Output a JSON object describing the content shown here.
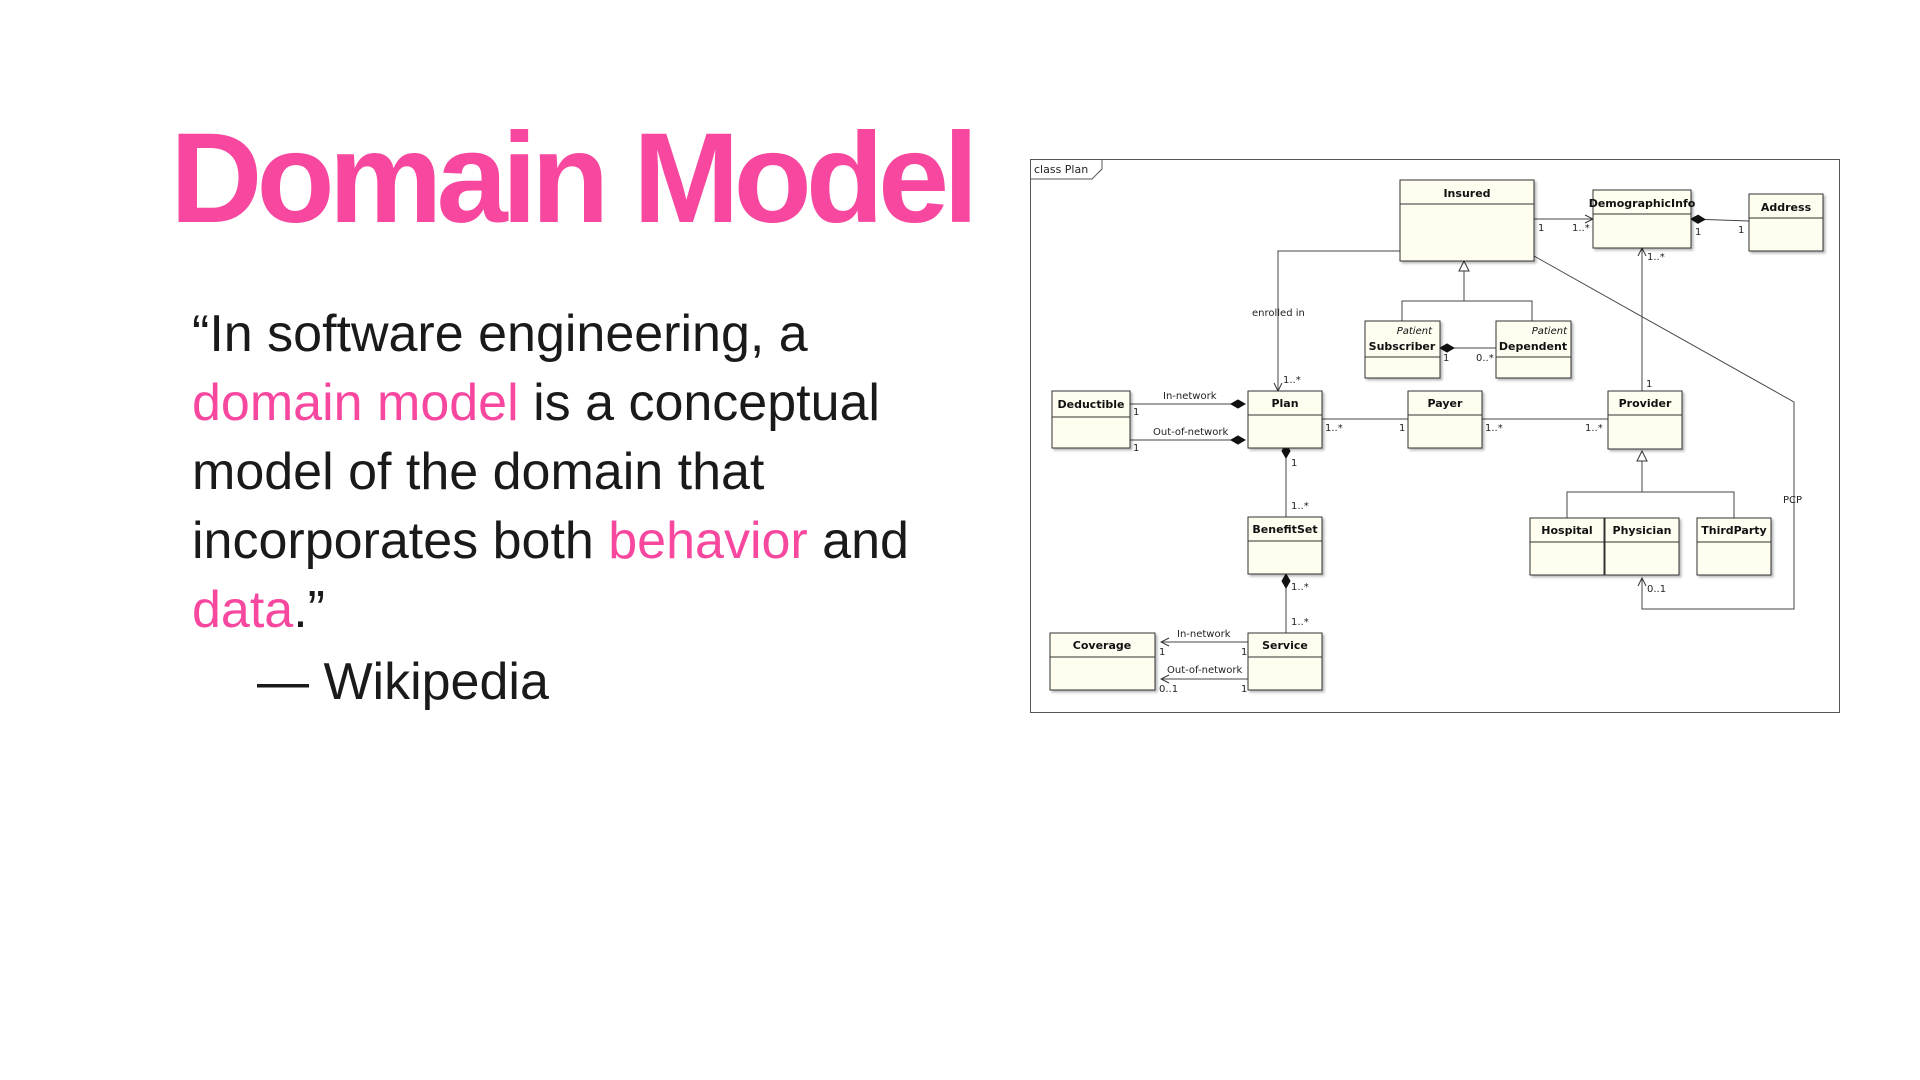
{
  "title": "Domain Model",
  "quote": {
    "open_quote": "“",
    "part1": "In software engineering, a ",
    "hl1": "domain model",
    "part2": " is a conceptual model of the domain that incorporates both ",
    "hl2": "behavior",
    "part3": " and ",
    "hl3": "data",
    "close": ".”",
    "attribution": "— Wikipedia"
  },
  "colors": {
    "accent": "#f7479f",
    "text": "#1a1a1a",
    "box_fill": "#fffdf0",
    "line": "#333333"
  },
  "diagram": {
    "frame_label": "class Plan",
    "classes": {
      "insured": "Insured",
      "demographic": "DemographicInfo",
      "address": "Address",
      "subscriber": "Subscriber",
      "subscriber_stereo": "Patient",
      "dependent": "Dependent",
      "dependent_stereo": "Patient",
      "deductible": "Deductible",
      "plan": "Plan",
      "payer": "Payer",
      "provider": "Provider",
      "hospital": "Hospital",
      "physician": "Physician",
      "thirdparty": "ThirdParty",
      "benefitset": "BenefitSet",
      "coverage": "Coverage",
      "service": "Service"
    },
    "labels": {
      "enrolled_in": "enrolled in",
      "in_network_1": "In-network",
      "out_network_1": "Out-of-network",
      "in_network_2": "In-network",
      "out_network_2": "Out-of-network",
      "pcp": "PCP"
    },
    "multiplicities": {
      "m_ins_demo_1": "1",
      "m_ins_demo_2": "1..*",
      "m_demo_addr_1": "1",
      "m_demo_addr_2": "1",
      "m_demo_prov_1": "1..*",
      "m_prov_demo_1": "1",
      "m_sub_dep_1": "1",
      "m_sub_dep_2": "0..*",
      "m_plan_enroll": "1..*",
      "m_ded_in": "1",
      "m_ded_out": "1",
      "m_plan_payer_1": "1..*",
      "m_plan_payer_2": "1",
      "m_payer_prov_1": "1..*",
      "m_payer_prov_2": "1..*",
      "m_plan_bs_1": "1",
      "m_plan_bs_2": "1..*",
      "m_bs_svc_1": "1..*",
      "m_bs_svc_2": "1..*",
      "m_svc_in": "1",
      "m_svc_out": "1",
      "m_cov_in": "1",
      "m_cov_out": "0..1",
      "m_pcp": "0..1"
    }
  }
}
